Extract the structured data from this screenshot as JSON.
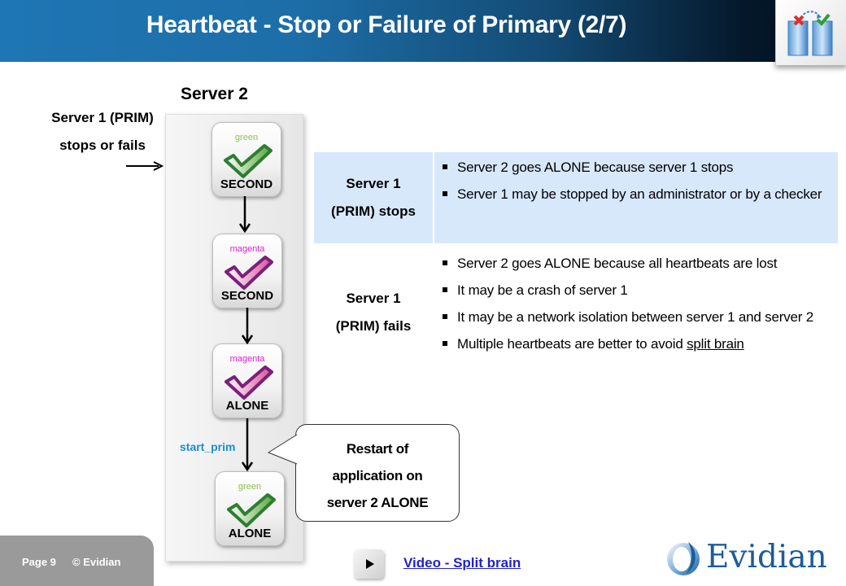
{
  "header": {
    "title": "Heartbeat - Stop or Failure of Primary (2/7)",
    "logo_icon": "server-failover-icon"
  },
  "diagram": {
    "input_label": [
      "Server 1 (PRIM)",
      "stops or fails"
    ],
    "server_title": "Server 2",
    "states": [
      {
        "color_label": "green",
        "state": "SECOND",
        "check_color": "#2e8b2e"
      },
      {
        "color_label": "magenta",
        "state": "SECOND",
        "check_color": "#8b2a8b"
      },
      {
        "color_label": "magenta",
        "state": "ALONE",
        "check_color": "#8b2a8b"
      },
      {
        "color_label": "green",
        "state": "ALONE",
        "check_color": "#2e8b2e"
      }
    ],
    "transition_label": "start_prim",
    "callout": [
      "Restart of",
      "application on",
      "server 2 ALONE"
    ]
  },
  "table": {
    "rows": [
      {
        "case": [
          "Server 1",
          "(PRIM) stops"
        ],
        "bullets": [
          "Server 2 goes ALONE because server 1 stops",
          "Server 1 may be stopped by an administrator or by a checker"
        ]
      },
      {
        "case": [
          "Server 1",
          "(PRIM) fails"
        ],
        "bullets": [
          "Server 2 goes ALONE because all heartbeats are lost",
          "It may be a crash of server 1",
          "It may be a network isolation between server 1 and server 2"
        ],
        "last_bullet_prefix": "Multiple heartbeats are better to avoid ",
        "last_bullet_link": "split brain"
      }
    ]
  },
  "footer": {
    "page": "Page 9",
    "copyright": "© Evidian",
    "video_link": "Video - Split brain",
    "brand": "Evidian"
  },
  "colors": {
    "header_start": "#1e76b4",
    "header_end": "#001020",
    "table_shade": "#d8e8fb",
    "start_prim": "#1a8fc8",
    "link": "#2323c8",
    "brand": "#1c5c9a"
  }
}
